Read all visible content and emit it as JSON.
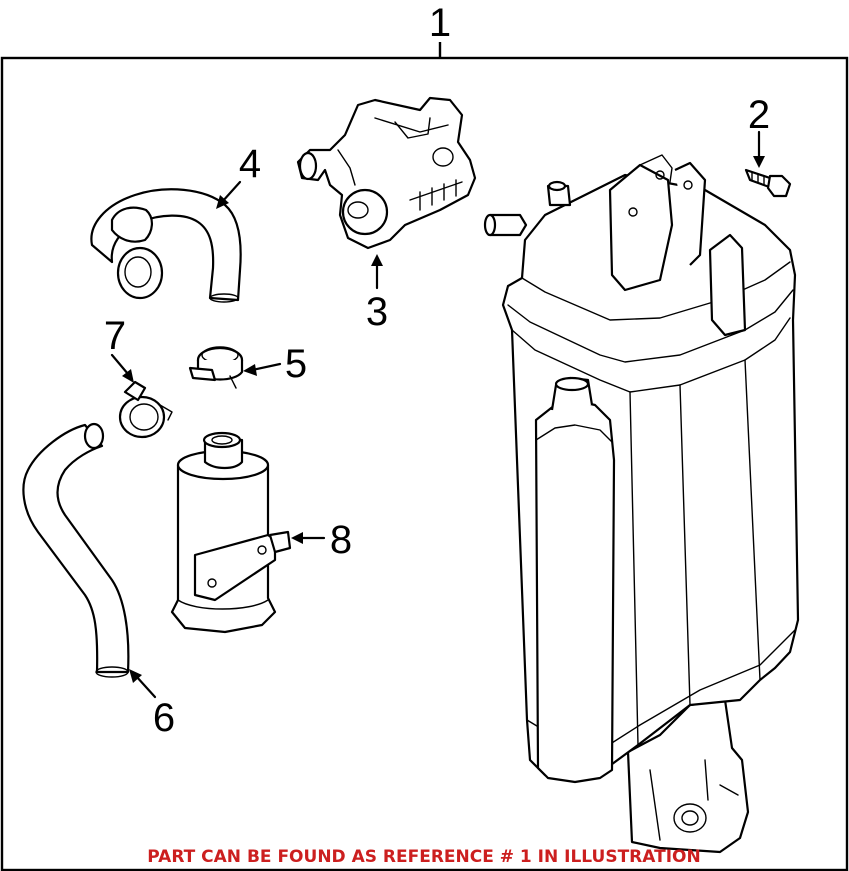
{
  "callouts": [
    {
      "id": "1",
      "label": "1"
    },
    {
      "id": "2",
      "label": "2"
    },
    {
      "id": "3",
      "label": "3"
    },
    {
      "id": "4",
      "label": "4"
    },
    {
      "id": "5",
      "label": "5"
    },
    {
      "id": "6",
      "label": "6"
    },
    {
      "id": "7",
      "label": "7"
    },
    {
      "id": "8",
      "label": "8"
    }
  ],
  "footer_note": "PART CAN BE FOUND AS REFERENCE # 1 IN ILLUSTRATION",
  "colors": {
    "line": "#000000",
    "background": "#ffffff",
    "note": "#cc1f1f"
  }
}
